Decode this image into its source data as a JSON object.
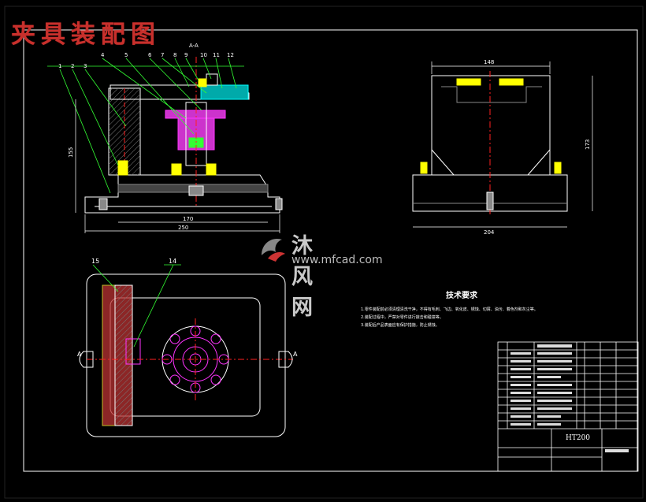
{
  "title": "夹具装配图",
  "watermark": {
    "brand": "沐风网",
    "url": "www.mfcad.com"
  },
  "section_mark": "A-A",
  "front_view": {
    "part_labels": [
      "1",
      "2",
      "3",
      "4",
      "5",
      "6",
      "7",
      "8",
      "9",
      "10",
      "11",
      "12"
    ],
    "dim_total_width": "250",
    "dim_inner_width": "170",
    "dim_height": "155"
  },
  "side_view": {
    "dim_top": "148",
    "dim_bottom": "204",
    "dim_height": "173"
  },
  "plan_view": {
    "balloon_a": "15",
    "balloon_b": "14",
    "label_left": "A",
    "label_right": "A"
  },
  "tech_requirements": {
    "heading": "技术要求",
    "items": [
      "1.零件装配前必须清理清洗干净，不得有毛刺、飞边、氧化皮、锈蚀、切屑、油污、着色剂和灰尘等。",
      "2.装配过程中，严禁对零件进行敲击和碰撞等。",
      "3.装配后产品表面应有保护措施，防止锈蚀。"
    ]
  },
  "title_block": {
    "material": "HT200"
  },
  "colors": {
    "outline": "#ffffff",
    "hidden": "#ffff00",
    "center": "#ff2020",
    "magenta": "#ff33ff",
    "green": "#33ff33",
    "cyan": "#00ffff",
    "title_red": "#c8302c"
  }
}
